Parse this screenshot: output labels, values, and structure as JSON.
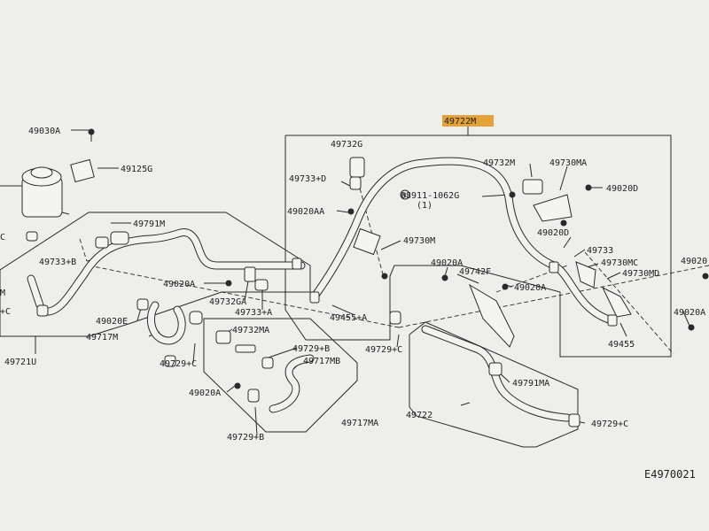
{
  "diagram": {
    "highlighted_part": "49722M",
    "drawing_code": "E4970021",
    "labels": [
      "49030A",
      "49125G",
      "49791M",
      "49733+B",
      "49020A",
      "49732GA",
      "49733+A",
      "49020E",
      "49717M",
      "49729+C",
      "49721U",
      "49732MA",
      "49729+B",
      "49717MB",
      "49020A",
      "49729+B",
      "49717MA",
      "49732G",
      "49733+D",
      "49020AA",
      "49730M",
      "49455+A",
      "08911-1062G",
      "(1)",
      "49732M",
      "49730MA",
      "49020D",
      "49020D",
      "49733",
      "49730MC",
      "49730MD",
      "49020A",
      "49742F",
      "49020A",
      "49455",
      "49729+C",
      "49722",
      "49791MA",
      "49729+C",
      "49020",
      "49020A",
      "M",
      "+C",
      "C"
    ]
  }
}
